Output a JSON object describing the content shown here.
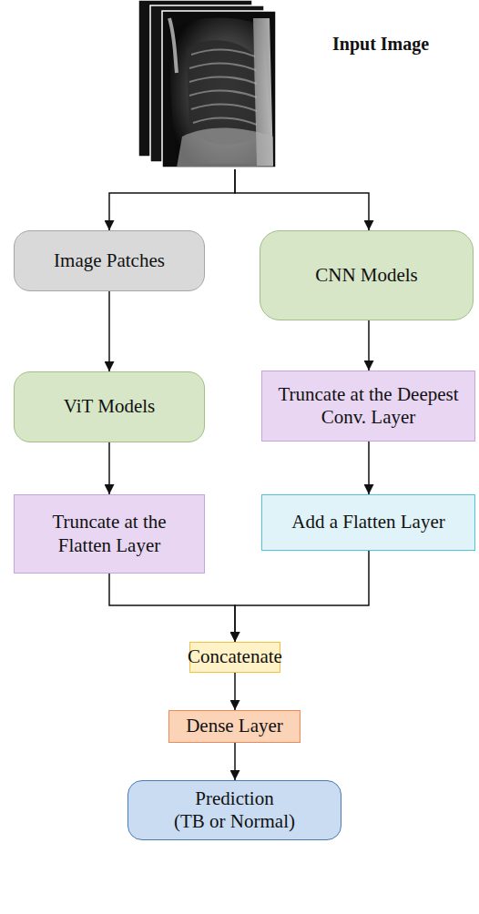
{
  "diagram": {
    "nodes": [
      {
        "text": [
          "Input Image"
        ]
      },
      {
        "text": [
          "Image Patches"
        ]
      },
      {
        "text": [
          "CNN Models"
        ]
      },
      {
        "text": [
          "ViT Models"
        ]
      },
      {
        "text": [
          "Truncate at the Deepest Conv. Layer"
        ]
      },
      {
        "text": [
          "Truncate at the Flatten Layer"
        ]
      },
      {
        "text": [
          "Add a Flatten Layer"
        ]
      },
      {
        "text": [
          "Concatenate"
        ]
      },
      {
        "text": [
          "Dense Layer"
        ]
      },
      {
        "text": [
          "Prediction",
          "(TB or Normal)"
        ]
      }
    ],
    "edges": [
      {
        "from": 0,
        "to": 1,
        "arrow": "to"
      },
      {
        "from": 0,
        "to": 2,
        "arrow": "to"
      },
      {
        "from": 1,
        "to": 3,
        "arrow": "to"
      },
      {
        "from": 2,
        "to": 4,
        "arrow": "to"
      },
      {
        "from": 3,
        "to": 5,
        "arrow": "to"
      },
      {
        "from": 4,
        "to": 6,
        "arrow": "to"
      },
      {
        "from": 5,
        "to": 7,
        "arrow": "to"
      },
      {
        "from": 6,
        "to": 7,
        "arrow": "to"
      },
      {
        "from": 7,
        "to": 8,
        "arrow": "to"
      },
      {
        "from": 8,
        "to": 9,
        "arrow": "to"
      }
    ]
  }
}
